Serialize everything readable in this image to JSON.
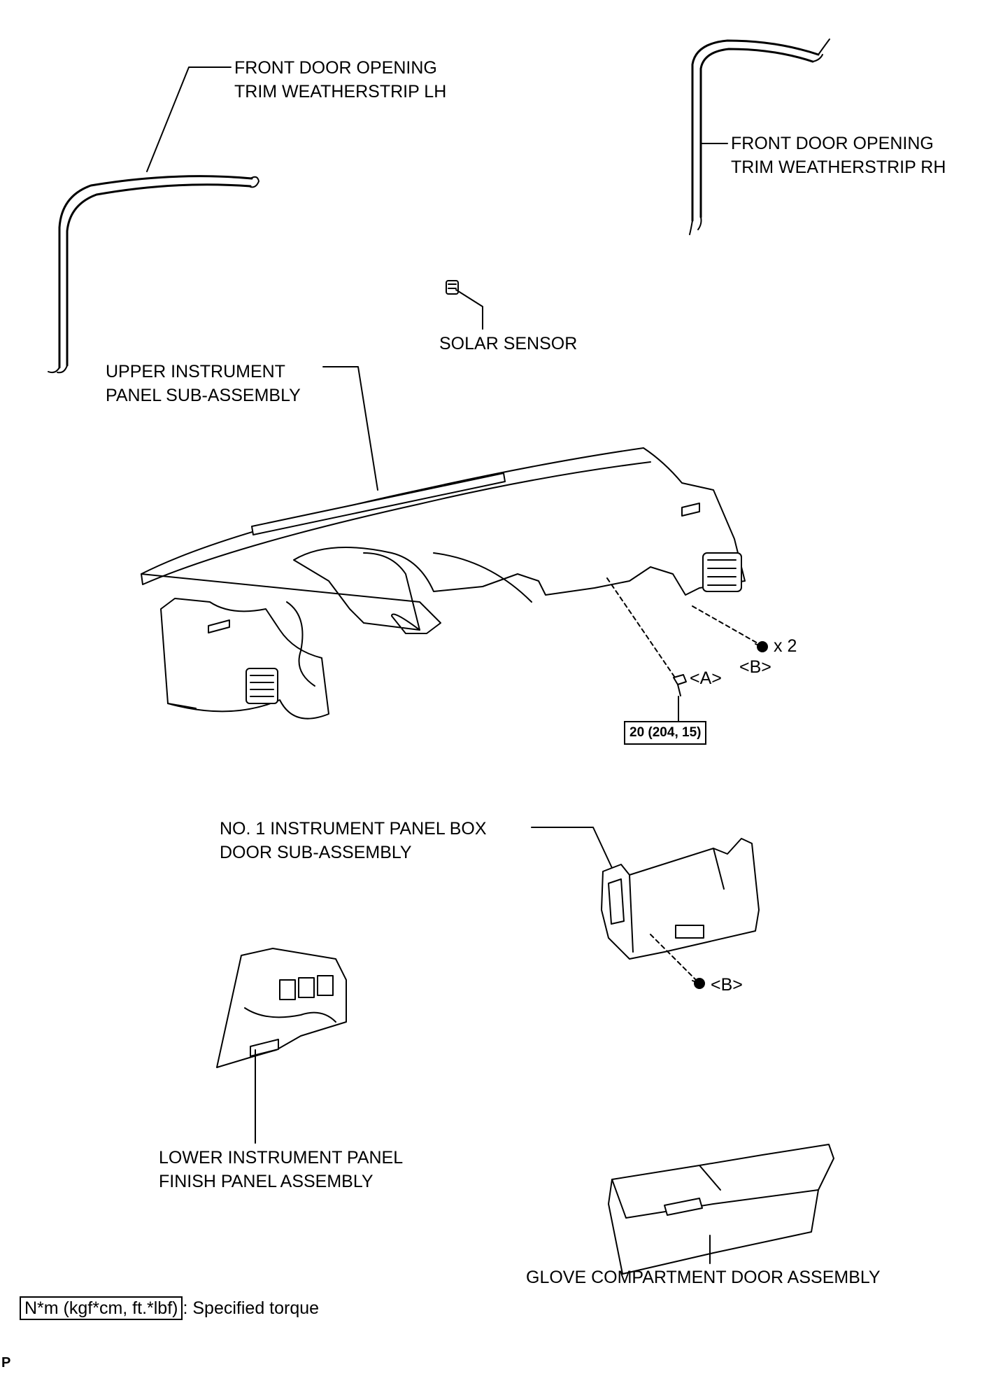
{
  "labels": {
    "weatherstrip_lh": [
      "FRONT DOOR OPENING",
      "TRIM WEATHERSTRIP LH"
    ],
    "weatherstrip_rh": [
      "FRONT DOOR OPENING",
      "TRIM WEATHERSTRIP RH"
    ],
    "solar_sensor": "SOLAR SENSOR",
    "upper_panel": [
      "UPPER INSTRUMENT",
      "PANEL SUB-ASSEMBLY"
    ],
    "box_door": [
      "NO. 1 INSTRUMENT PANEL BOX",
      "DOOR SUB-ASSEMBLY"
    ],
    "lower_finish": [
      "LOWER INSTRUMENT PANEL",
      "FINISH PANEL ASSEMBLY"
    ],
    "glove_door": "GLOVE COMPARTMENT DOOR ASSEMBLY"
  },
  "fasteners": {
    "bolt_a": "<A>",
    "screw_b_upper": "<B>",
    "screw_b_upper_qty": "x 2",
    "screw_b_lower": "<B>"
  },
  "torque": "20 (204, 15)",
  "legend": {
    "box_text": "N*m (kgf*cm, ft.*lbf)",
    "description": ": Specified torque"
  },
  "corner_mark": "P"
}
